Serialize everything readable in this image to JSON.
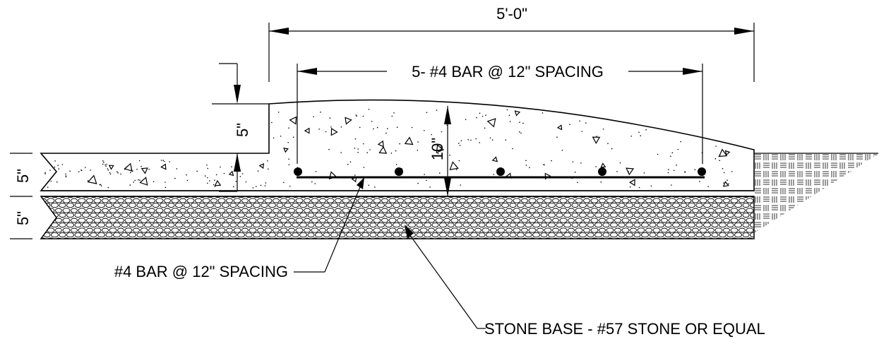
{
  "labels": {
    "overall_width": "5'-0\"",
    "bar_spacing_top": "5- #4 BAR @ 12\" SPACING",
    "step_height": "5\"",
    "slab_thickness": "10\"",
    "slab_left_thickness": "5\"",
    "base_thickness": "5\"",
    "bar_callout": "#4 BAR @ 12\" SPACING",
    "stone_callout": "STONE BASE - #57 STONE OR EQUAL"
  },
  "rebar": {
    "count": 5,
    "size": "#4",
    "spacing": "12\""
  }
}
